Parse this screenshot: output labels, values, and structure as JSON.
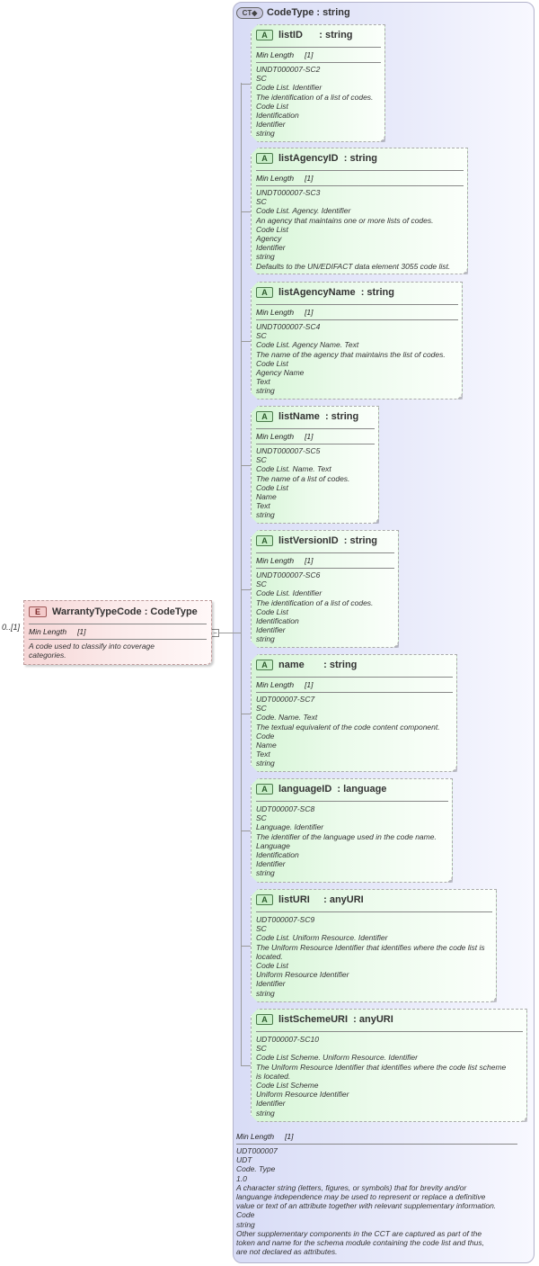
{
  "element": {
    "cardinality": "0..[1]",
    "badge": "E",
    "name": "WarrantyTypeCode",
    "type": ": CodeType",
    "facet_label": "Min Length",
    "facet_value": "[1]",
    "doc": "A code used to classify into coverage\ncategories."
  },
  "complex_type": {
    "badge": "CT",
    "title": "CodeType : string",
    "footer": {
      "facet_label": "Min Length",
      "facet_value": "[1]",
      "doc": "UDT000007\nUDT\nCode. Type\n1.0\nA character string (letters, figures, or symbols) that for brevity and/or\nlanguange independence may be used to represent or replace a definitive\nvalue or text of an attribute together with relevant supplementary information.\nCode\nstring\nOther supplementary components in the CCT are captured as part of the\ntoken and name for the schema module containing the code list and thus,\nare not declared as attributes."
    }
  },
  "attributes": [
    {
      "badge": "A",
      "name": "listID      : string",
      "facet_label": "Min Length",
      "facet_value": "[1]",
      "doc": "UNDT000007-SC2\nSC\nCode List. Identifier\nThe identification of a list of codes.\nCode List\nIdentification\nIdentifier\nstring"
    },
    {
      "badge": "A",
      "name": "listAgencyID  : string",
      "facet_label": "Min Length",
      "facet_value": "[1]",
      "doc": "UNDT000007-SC3\nSC\nCode List. Agency. Identifier\nAn agency that maintains one or more lists of codes.\nCode List\nAgency\nIdentifier\nstring\nDefaults to the UN/EDIFACT data element 3055 code list."
    },
    {
      "badge": "A",
      "name": "listAgencyName  : string",
      "facet_label": "Min Length",
      "facet_value": "[1]",
      "doc": "UNDT000007-SC4\nSC\nCode List. Agency Name. Text\nThe name of the agency that maintains the list of codes.\nCode List\nAgency Name\nText\nstring"
    },
    {
      "badge": "A",
      "name": "listName  : string",
      "facet_label": "Min Length",
      "facet_value": "[1]",
      "doc": "UNDT000007-SC5\nSC\nCode List. Name. Text\nThe name of a list of codes.\nCode List\nName\nText\nstring"
    },
    {
      "badge": "A",
      "name": "listVersionID  : string",
      "facet_label": "Min Length",
      "facet_value": "[1]",
      "doc": "UNDT000007-SC6\nSC\nCode List. Identifier\nThe identification of a list of codes.\nCode List\nIdentification\nIdentifier\nstring"
    },
    {
      "badge": "A",
      "name": "name       : string",
      "facet_label": "Min Length",
      "facet_value": "[1]",
      "doc": "UDT000007-SC7\nSC\nCode. Name. Text\nThe textual equivalent of the code content component.\nCode\nName\nText\nstring"
    },
    {
      "badge": "A",
      "name": "languageID  : language",
      "doc": "UDT000007-SC8\nSC\nLanguage. Identifier\nThe identifier of the language used in the code name.\nLanguage\nIdentification\nIdentifier\nstring"
    },
    {
      "badge": "A",
      "name": "listURI     : anyURI",
      "doc": "UDT000007-SC9\nSC\nCode List. Uniform Resource. Identifier\nThe Uniform Resource Identifier that identifies where the code list is\nlocated.\nCode List\nUniform Resource Identifier\nIdentifier\nstring"
    },
    {
      "badge": "A",
      "name": "listSchemeURI  : anyURI",
      "doc": "UDT000007-SC10\nSC\nCode List Scheme. Uniform Resource. Identifier\nThe Uniform Resource Identifier that identifies where the code list scheme\nis located.\nCode List Scheme\nUniform Resource Identifier\nIdentifier\nstring"
    }
  ]
}
